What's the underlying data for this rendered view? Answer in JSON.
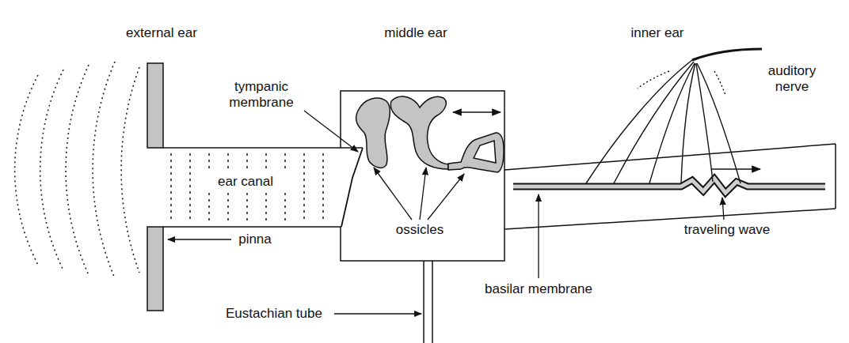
{
  "diagram": {
    "labels": [
      "external ear",
      "middle ear",
      "inner ear",
      "tympanic membrane",
      "ear canal",
      "ossicles",
      "auditory nerve",
      "pinna",
      "traveling wave",
      "basilar membrane",
      "Eustachian tube"
    ]
  }
}
